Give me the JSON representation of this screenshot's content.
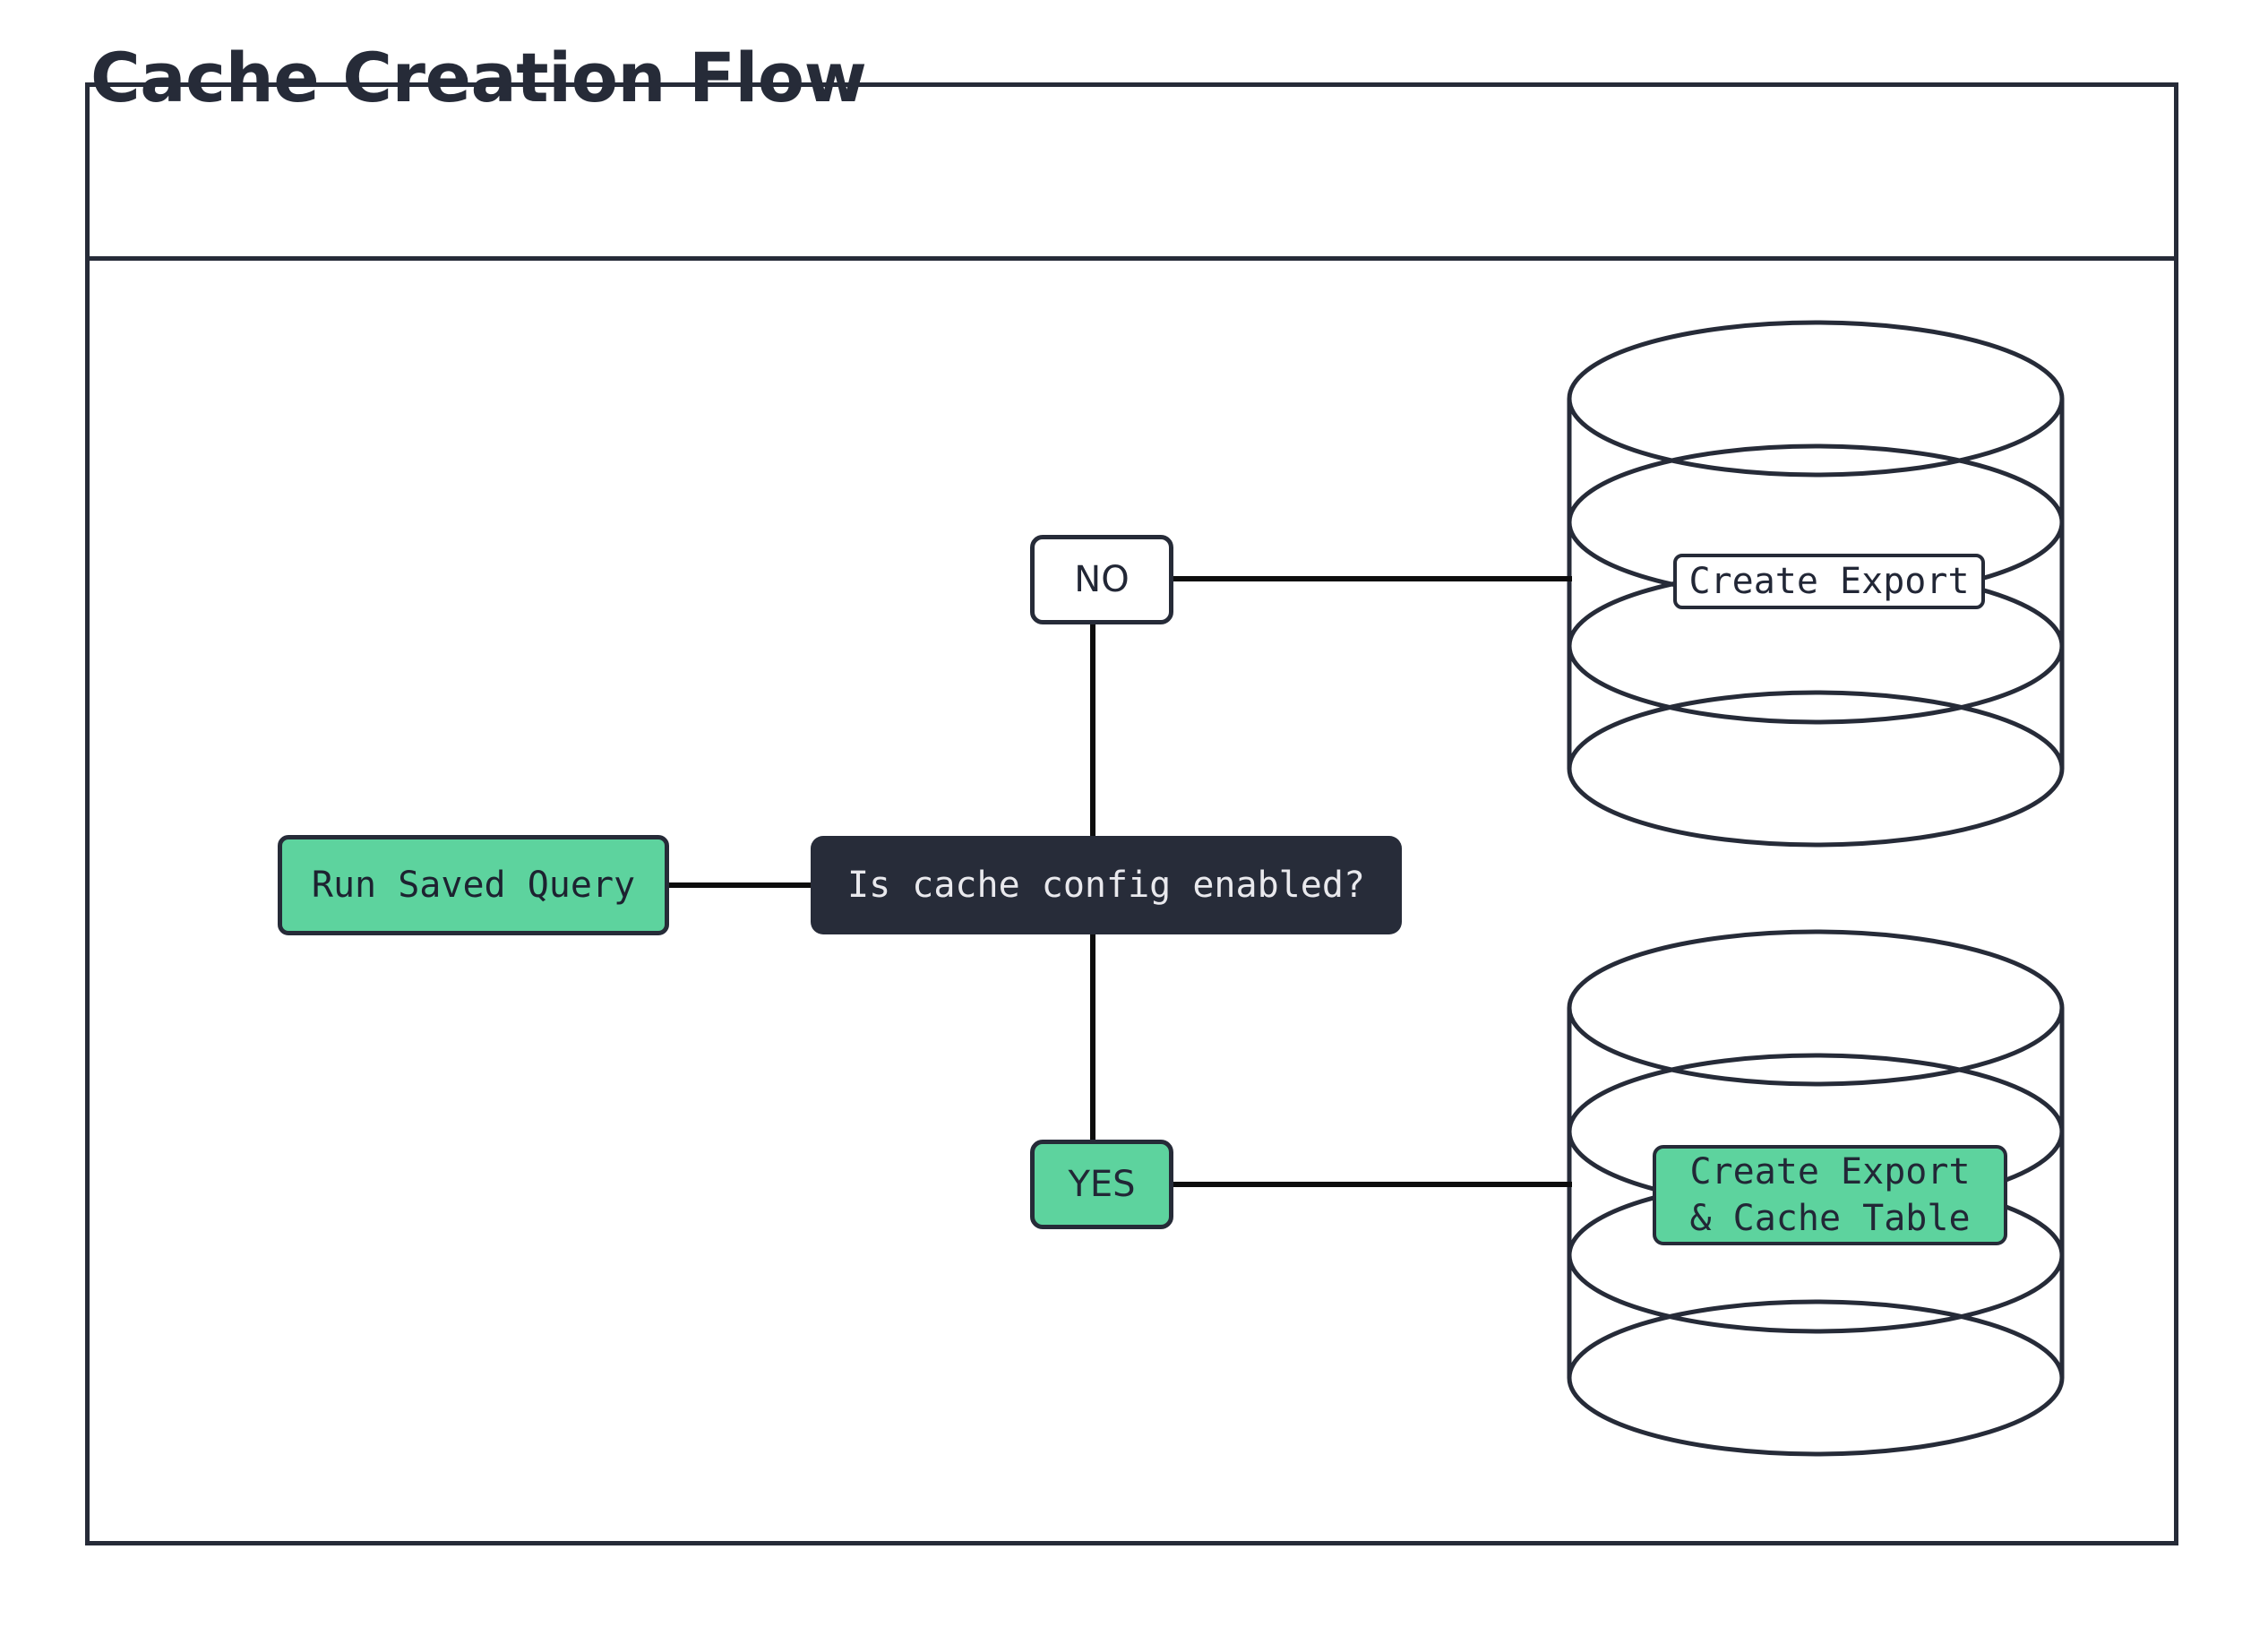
{
  "diagram": {
    "title": "Cache Creation Flow",
    "type": "flowchart",
    "colors": {
      "stroke": "#262b38",
      "accent_green": "#5dd39e",
      "decision_fill": "#272c39",
      "decision_text": "#e9e9ed",
      "background": "#ffffff"
    },
    "nodes": [
      {
        "id": "run-saved-query",
        "label": "Run Saved Query",
        "shape": "rounded-rect",
        "style": "process-green"
      },
      {
        "id": "decision",
        "label": "Is cache config enabled?",
        "shape": "rounded-rect",
        "style": "decision-dark"
      },
      {
        "id": "db-top",
        "label": "Create Export",
        "shape": "cylinder",
        "style": "database-white"
      },
      {
        "id": "db-bottom",
        "label": "Create Export\n& Cache Table",
        "shape": "cylinder",
        "style": "database-green"
      }
    ],
    "edge_labels": [
      {
        "id": "no",
        "label": "NO",
        "style": "white"
      },
      {
        "id": "yes",
        "label": "YES",
        "style": "green"
      }
    ],
    "edges": [
      {
        "from": "run-saved-query",
        "to": "decision",
        "label": ""
      },
      {
        "from": "decision",
        "to": "db-top",
        "label": "NO"
      },
      {
        "from": "decision",
        "to": "db-bottom",
        "label": "YES"
      }
    ]
  }
}
